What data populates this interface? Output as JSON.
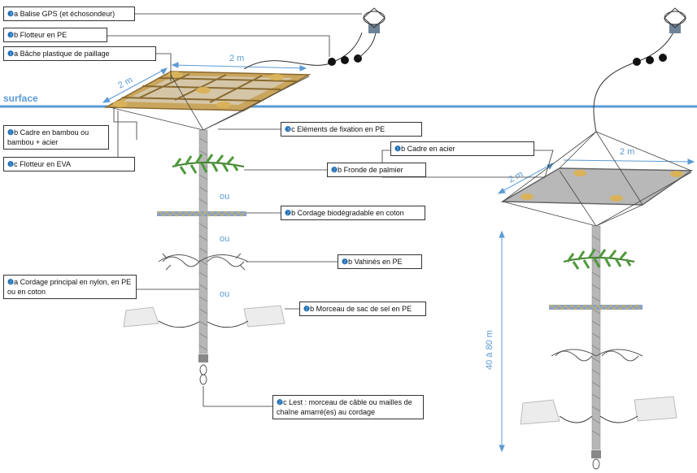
{
  "surface_label": "surface",
  "dims": {
    "two_m": "2 m",
    "depth": "40 à 80 m"
  },
  "ou": "ou",
  "labels": {
    "l3a": {
      "num": "❸",
      "text": "a Balise GPS (et échosondeur)"
    },
    "l3b": {
      "num": "❸",
      "text": "b Flotteur en PE"
    },
    "l1a": {
      "num": "❶",
      "text": "a Bâche plastique de paillage"
    },
    "l1b": {
      "num": "❶",
      "text": "b Cadre en bambou ou bambou + acier"
    },
    "l1c": {
      "num": "❶",
      "text": "c Flotteur en EVA"
    },
    "l3c": {
      "num": "❸",
      "text": "c Eléments de fixation en PE"
    },
    "l1b_steel": {
      "num": "❶",
      "text": "b Cadre en acier"
    },
    "l2b_palm": {
      "num": "❷",
      "text": "b Fronde de palmier"
    },
    "l2b_cotton": {
      "num": "❷",
      "text": "b Cordage biodégradable en coton"
    },
    "l2b_vahine": {
      "num": "❷",
      "text": "b Vahinés en PE"
    },
    "l2a": {
      "num": "❷",
      "text": "a Cordage principal en nylon, en PE ou en coton"
    },
    "l2b_sac": {
      "num": "❷",
      "text": "b Morceau de sac de sel en PE"
    },
    "l2c": {
      "num": "❷",
      "text": "c Lest : morceau de câble ou mailles de chaîne amarré(es) au cordage"
    }
  },
  "colors": {
    "water": "#5b9bd5",
    "bamboo": "#b8924a",
    "steel": "#9a9a9a",
    "palm": "#4e9a3a",
    "rope": "#9b9b9b"
  }
}
